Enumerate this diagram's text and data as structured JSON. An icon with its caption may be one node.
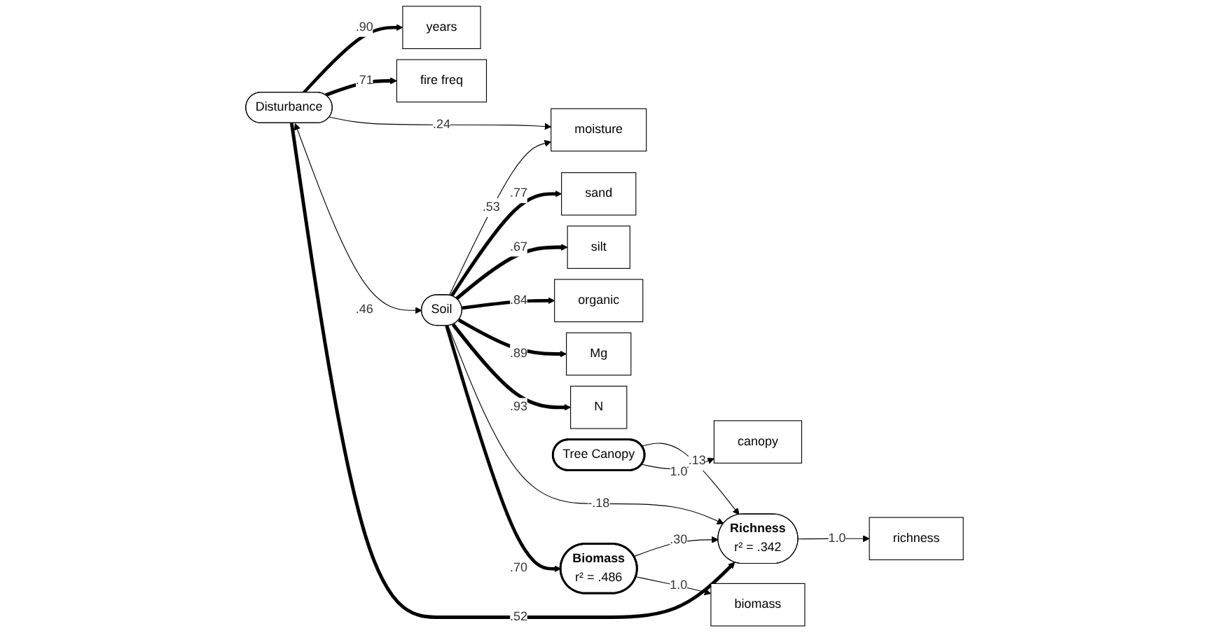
{
  "diagram": {
    "nodes": [
      {
        "text": [
          "years"
        ]
      },
      {
        "text": [
          "fire freq"
        ]
      },
      {
        "text": [
          "moisture"
        ]
      },
      {
        "text": [
          "sand"
        ]
      },
      {
        "text": [
          "silt"
        ]
      },
      {
        "text": [
          "organic"
        ]
      },
      {
        "text": [
          "Mg"
        ]
      },
      {
        "text": [
          "N"
        ]
      },
      {
        "text": [
          "canopy"
        ]
      },
      {
        "text": [
          "Disturbance"
        ]
      },
      {
        "text": [
          "Soil"
        ]
      },
      {
        "text": [
          "Tree Canopy"
        ]
      },
      {
        "text": [
          "Richness",
          "r² = .342"
        ]
      },
      {
        "text": [
          "Biomass",
          "r² = .486"
        ]
      },
      {
        "text": [
          "richness"
        ]
      },
      {
        "text": [
          "biomass"
        ]
      }
    ],
    "edges": [
      {
        "from": 9,
        "to": 0,
        "arrow": "to",
        "label": ".90",
        "style": "thick"
      },
      {
        "from": 9,
        "to": 1,
        "arrow": "to",
        "label": ".71",
        "style": "thick"
      },
      {
        "from": 9,
        "to": 2,
        "arrow": "to",
        "label": ".24"
      },
      {
        "from": 10,
        "to": 2,
        "arrow": "to",
        "label": ".53"
      },
      {
        "from": 10,
        "to": 3,
        "arrow": "to",
        "label": ".77",
        "style": "thick"
      },
      {
        "from": 10,
        "to": 4,
        "arrow": "to",
        "label": ".67",
        "style": "thick"
      },
      {
        "from": 10,
        "to": 5,
        "arrow": "to",
        "label": ".84",
        "style": "thick"
      },
      {
        "from": 10,
        "to": 6,
        "arrow": "to",
        "label": ".89",
        "style": "thick"
      },
      {
        "from": 10,
        "to": 7,
        "arrow": "to",
        "label": ".93",
        "style": "thick"
      },
      {
        "from": 9,
        "to": 10,
        "arrow": "both",
        "label": ".46"
      },
      {
        "from": 9,
        "to": 12,
        "arrow": "to",
        "label": ".52",
        "style": "thick"
      },
      {
        "from": 10,
        "to": 12,
        "arrow": "to",
        "label": "-.18"
      },
      {
        "from": 10,
        "to": 13,
        "arrow": "to",
        "label": ".70",
        "style": "thick"
      },
      {
        "from": 11,
        "to": 12,
        "arrow": "to",
        "label": ".13"
      },
      {
        "from": 11,
        "to": 8,
        "arrow": "to",
        "label": "1.0"
      },
      {
        "from": 13,
        "to": 12,
        "arrow": "to",
        "label": ".30"
      },
      {
        "from": 12,
        "to": 14,
        "arrow": "to",
        "label": "1.0"
      },
      {
        "from": 13,
        "to": 15,
        "arrow": "to",
        "label": "1.0"
      }
    ]
  }
}
